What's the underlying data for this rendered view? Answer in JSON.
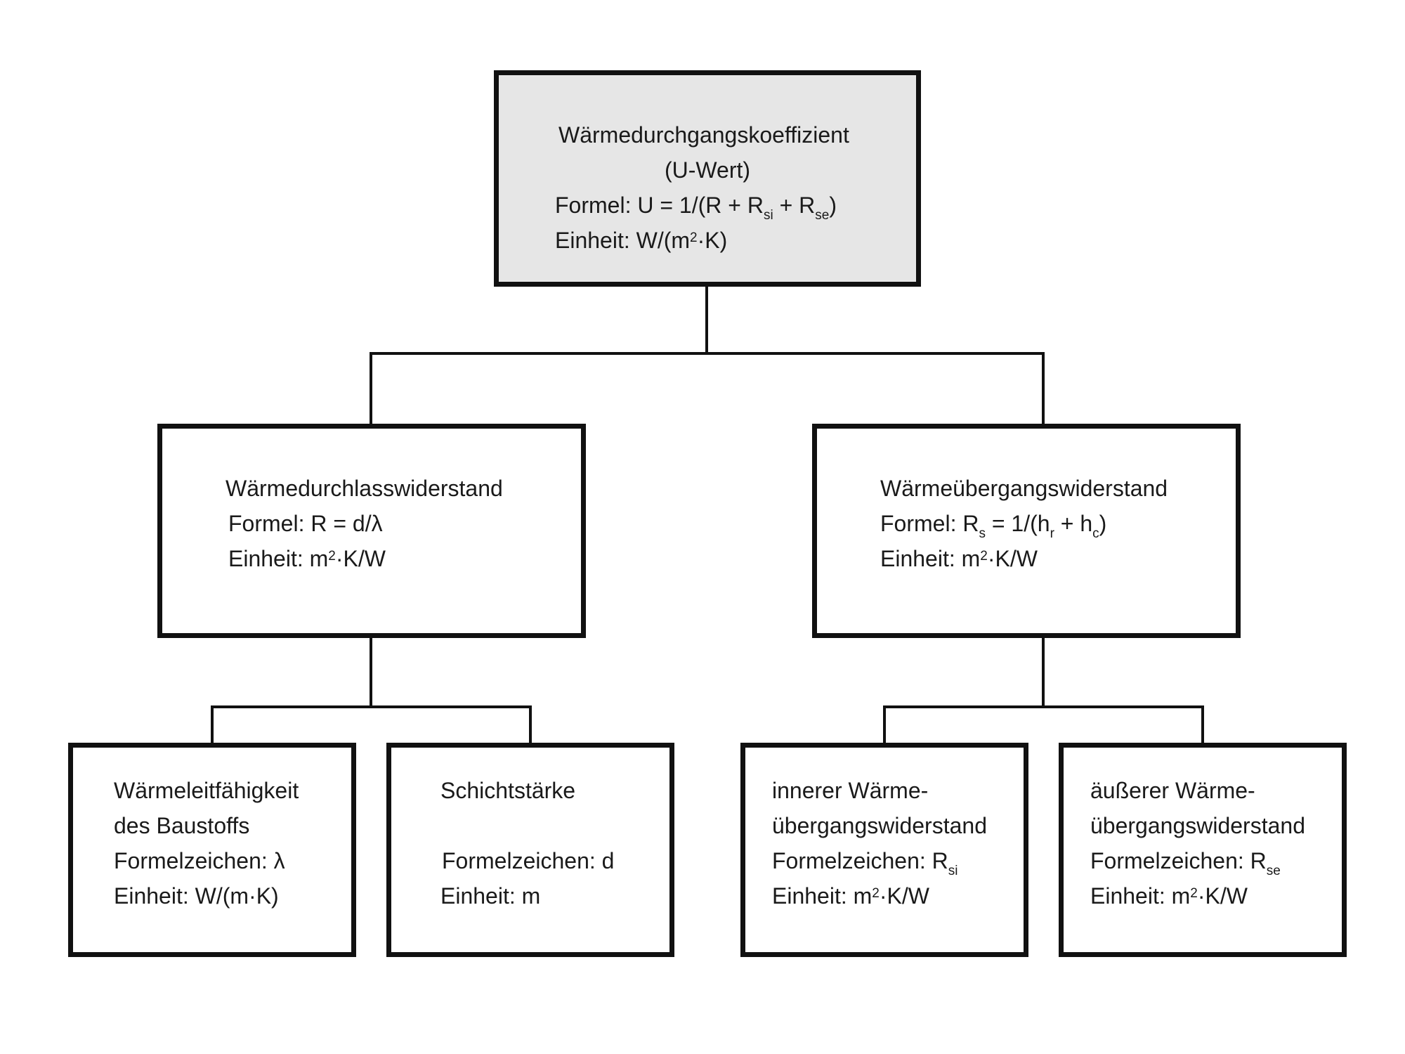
{
  "root": {
    "title": "Wärmedurchgangskoeffizient",
    "subtitle": "(U-Wert)",
    "formula_label": "Formel: U = 1/(R + R",
    "formula_sub1": "si",
    "formula_mid": " + R",
    "formula_sub2": "se",
    "formula_end": ")",
    "unit_label": "Einheit: W/(m",
    "unit_sup": "2",
    "unit_end": "·K)"
  },
  "left": {
    "title": "Wärmedurchlasswiderstand",
    "formula": "Formel: R = d/λ",
    "unit_label": "Einheit: m",
    "unit_sup": "2",
    "unit_end": "·K/W"
  },
  "right": {
    "title": "Wärmeübergangswiderstand",
    "formula_label": "Formel: R",
    "formula_sub1": "s",
    "formula_mid": " = 1/(h",
    "formula_sub2": "r",
    "formula_mid2": " + h",
    "formula_sub3": "c",
    "formula_end": ")",
    "unit_label": "Einheit: m",
    "unit_sup": "2",
    "unit_end": "·K/W"
  },
  "leaf1": {
    "line1": "Wärmeleitfähigkeit",
    "line2": "des Baustoffs",
    "symbol": "Formelzeichen: λ",
    "unit": "Einheit: W/(m·K)"
  },
  "leaf2": {
    "line1": "Schichtstärke",
    "symbol": "Formelzeichen: d",
    "unit": "Einheit: m"
  },
  "leaf3": {
    "line1": "innerer Wärme-",
    "line2": "übergangswiderstand",
    "symbol_label": "Formelzeichen: R",
    "symbol_sub": "si",
    "unit_label": "Einheit: m",
    "unit_sup": "2",
    "unit_end": "·K/W"
  },
  "leaf4": {
    "line1": "äußerer Wärme-",
    "line2": "übergangswiderstand",
    "symbol_label": "Formelzeichen: R",
    "symbol_sub": "se",
    "unit_label": "Einheit: m",
    "unit_sup": "2",
    "unit_end": "·K/W"
  }
}
